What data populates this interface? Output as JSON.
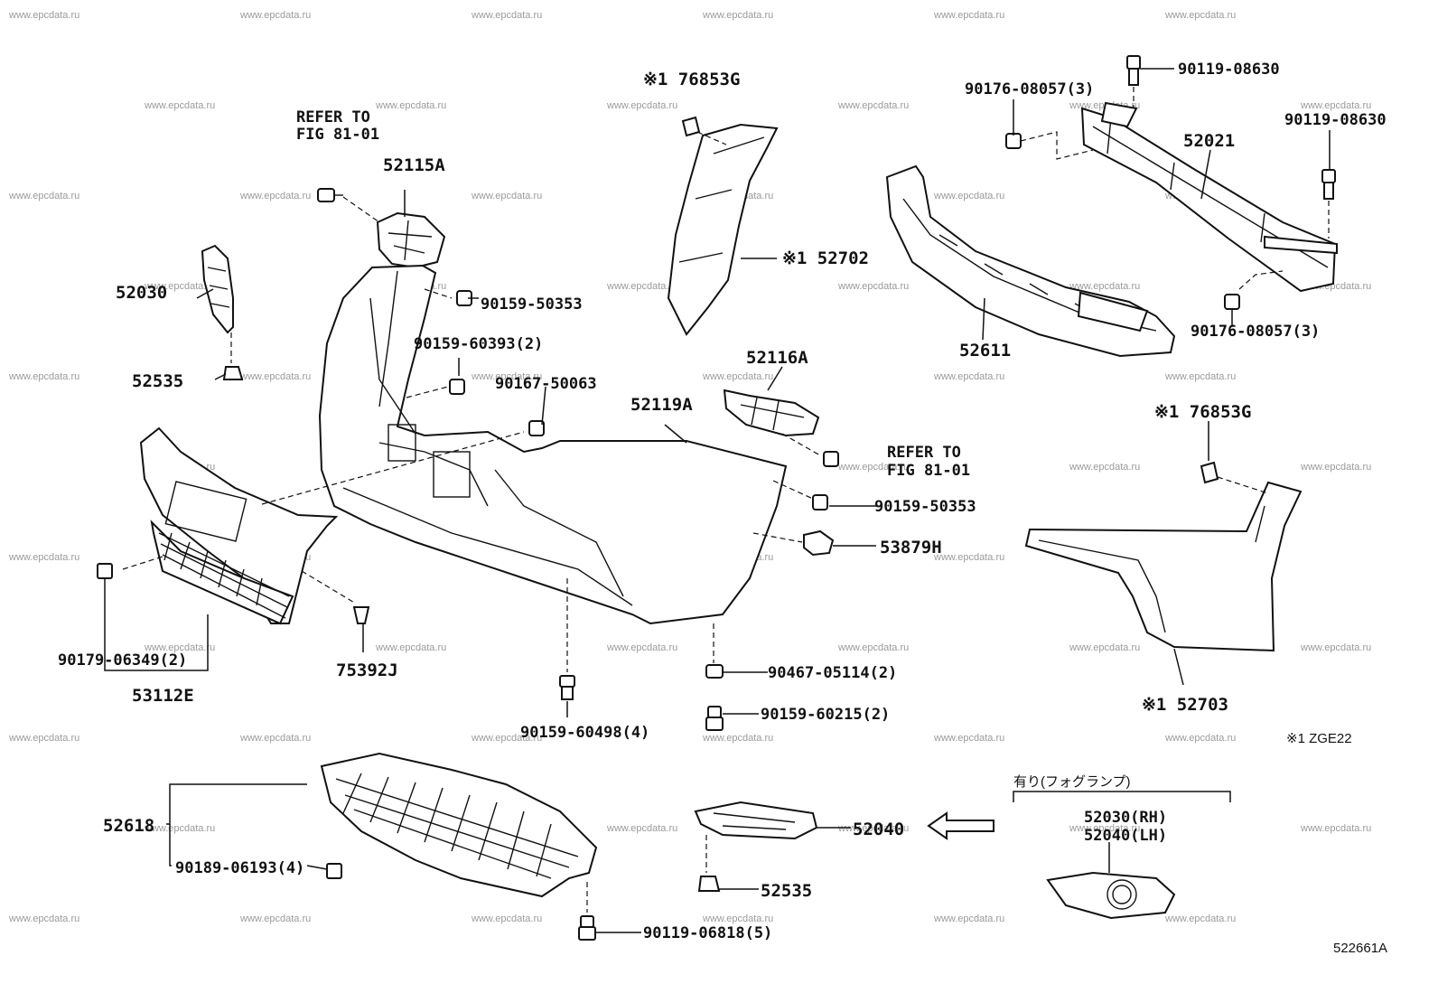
{
  "watermark": "www.epcdata.ru",
  "diagram_id": "522661A",
  "footnote": "※1 ZGE22",
  "fog_lamp_note": "有り(フォグランプ)",
  "labels": {
    "refer_top": [
      "REFER TO",
      "FIG 81-01"
    ],
    "p52115A": "52115A",
    "p52030": "52030",
    "p52535_top": "52535",
    "p90159_50353_a": "90159-50353",
    "p90159_60393": "90159-60393(2)",
    "p90167_50063": "90167-50063",
    "p52119A": "52119A",
    "p76853G_top": "※1 76853G",
    "p52702": "※1 52702",
    "p52116A": "52116A",
    "refer_mid": [
      "REFER TO",
      "FIG 81-01"
    ],
    "p90159_50353_b": "90159-50353",
    "p53879H": "53879H",
    "p90179_06349": "90179-06349(2)",
    "p53112E": "53112E",
    "p75392J": "75392J",
    "p90159_60498": "90159-60498(4)",
    "p90467_05114": "90467-05114(2)",
    "p90159_60215": "90159-60215(2)",
    "p90119_08630_a": "90119-08630",
    "p90176_08057_a": "90176-08057(3)",
    "p90119_08630_b": "90119-08630",
    "p52021": "52021",
    "p52611": "52611",
    "p90176_08057_b": "90176-08057(3)",
    "p76853G_right": "※1 76853G",
    "p52703": "※1 52703",
    "p52618": "52618",
    "p90189_06193": "90189-06193(4)",
    "p90119_06818": "90119-06818(5)",
    "p52040": "52040",
    "p52535_bottom": "52535",
    "p52030_rh": "52030(RH)",
    "p52040_lh": "52040(LH)"
  }
}
